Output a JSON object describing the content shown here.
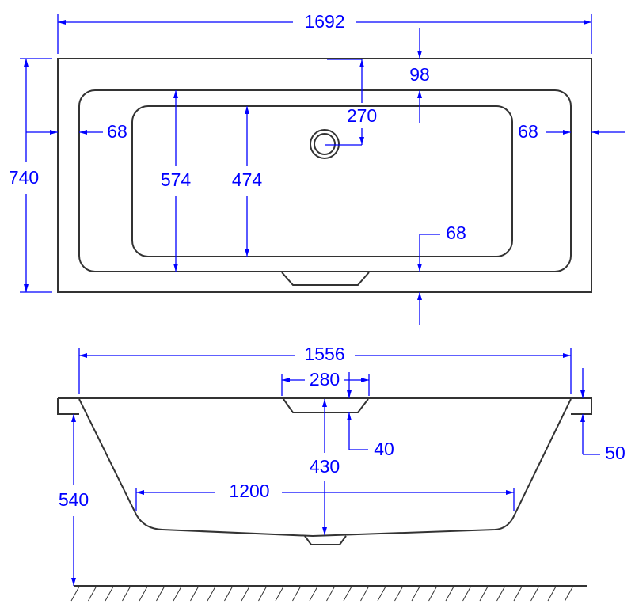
{
  "top_view": {
    "overall_length": "1692",
    "overall_width": "740",
    "rim_back": "98",
    "drain_offset": "270",
    "rim_left": "68",
    "rim_right": "68",
    "rim_front": "68",
    "inner_width_top": "574",
    "inner_width_bottom": "474"
  },
  "side_view": {
    "inner_length_top": "1556",
    "overflow_width": "280",
    "overflow_depth": "40",
    "rim_thickness": "50",
    "depth": "430",
    "bottom_length": "1200",
    "total_height": "540"
  },
  "colors": {
    "dimension": "#0000ff",
    "outline": "#333333"
  }
}
